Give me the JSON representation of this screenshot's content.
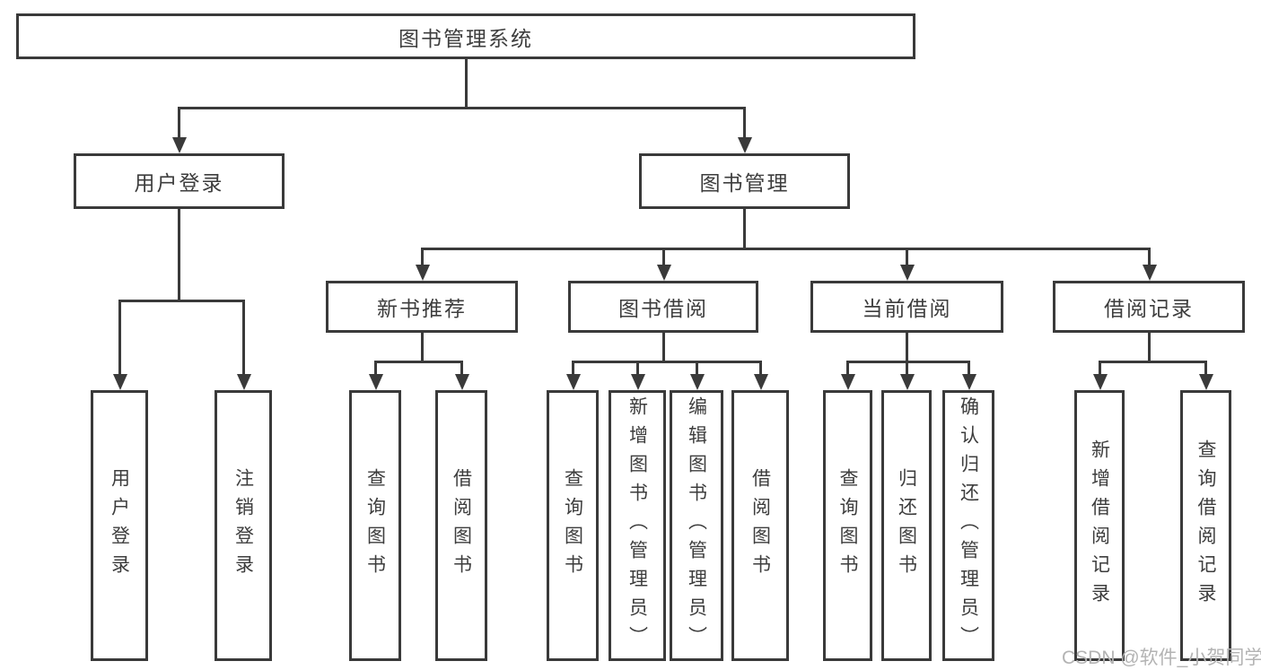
{
  "diagram": {
    "type": "hierarchy-tree",
    "root": {
      "label": "图书管理系统",
      "children": [
        {
          "label": "用户登录",
          "children": [
            {
              "label": "用户登录"
            },
            {
              "label": "注销登录"
            }
          ]
        },
        {
          "label": "图书管理",
          "children": [
            {
              "label": "新书推荐",
              "children": [
                {
                  "label": "查询图书"
                },
                {
                  "label": "借阅图书"
                }
              ]
            },
            {
              "label": "图书借阅",
              "children": [
                {
                  "label": "查询图书"
                },
                {
                  "label": "新增图书（管理员）"
                },
                {
                  "label": "编辑图书（管理员）"
                },
                {
                  "label": "借阅图书"
                }
              ]
            },
            {
              "label": "当前借阅",
              "children": [
                {
                  "label": "查询图书"
                },
                {
                  "label": "归还图书"
                },
                {
                  "label": "确认归还（管理员）"
                }
              ]
            },
            {
              "label": "借阅记录",
              "children": [
                {
                  "label": "新增借阅记录"
                },
                {
                  "label": "查询借阅记录"
                }
              ]
            }
          ]
        }
      ]
    }
  },
  "watermark": {
    "text": "CSDN @软件_小贺同学"
  },
  "colors": {
    "line": "#3a3a3a",
    "text": "#3d3d3d",
    "watermark": "#b3b3b3",
    "background": "#ffffff"
  }
}
